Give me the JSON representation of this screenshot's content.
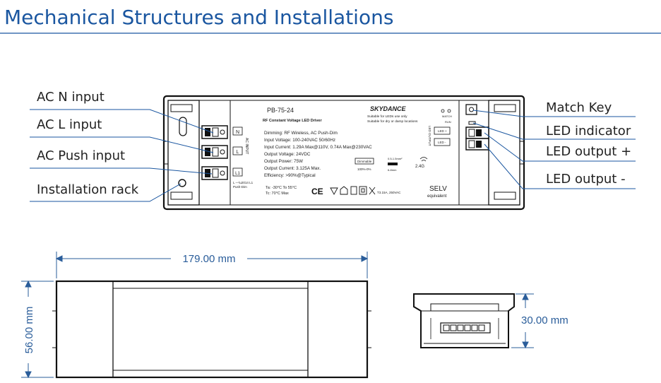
{
  "title": "Mechanical Structures and Installations",
  "callouts_left": {
    "ac_n": "AC N input",
    "ac_l": "AC L input",
    "ac_push": "AC Push input",
    "rack": "Installation rack"
  },
  "callouts_right": {
    "match_key": "Match Key",
    "led_indicator": "LED indicator",
    "led_plus": "LED output +",
    "led_minus": "LED output -"
  },
  "label": {
    "model": "PB-75-24",
    "desc": "RF Constant Voltage LED Driver",
    "brand": "SKYDANCE",
    "suitable1": "Suitable for LEDs use only",
    "suitable2": "Suitable for dry or damp locations",
    "specs": [
      "Dimming: RF Wireless, AC Push-Dim",
      "Input Voltage: 100-240VAC 50/60Hz",
      "Input Current: 1.29A Max@110V, 0.74A Max@230VAC",
      "Output Voltage: 24VDC",
      "Output Power: 75W",
      "Output Current: 3.125A Max.",
      "Efficiency: >90%@Typical"
    ],
    "ta": "Ta: -30°C To 55°C",
    "tc": "Tc: 70°C Max",
    "selv": "SELV",
    "equivalent": "equivalent",
    "dimmable": "Dimmable",
    "dim_range": "100%-0%",
    "wire": "0.5-1.5mm²",
    "strip": "6-8mm",
    "freq": "2.4G",
    "fuse": "T3.15A, 250VAC",
    "match": "MATCH",
    "run": "RUN",
    "led_out": "LED OUTPUT",
    "led_p": "LED +",
    "led_m": "LED -",
    "ac_input": "AC INPUT",
    "term_n": "N",
    "term_l": "L",
    "term_l1": "L1",
    "push1": "L —\\u2014 L1",
    "push2": "Push-Dim"
  },
  "dimensions": {
    "length": "179.00 mm",
    "width": "56.00 mm",
    "height": "30.00 mm"
  }
}
